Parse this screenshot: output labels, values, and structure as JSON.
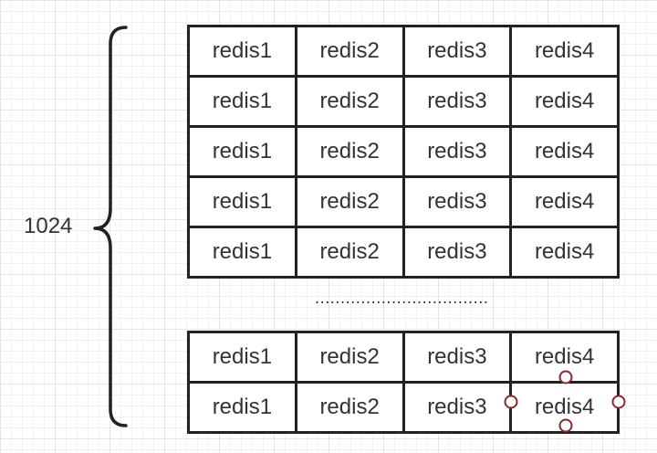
{
  "bracket_label": "1024",
  "ellipsis": "..................................",
  "top_table": [
    [
      "redis1",
      "redis2",
      "redis3",
      "redis4"
    ],
    [
      "redis1",
      "redis2",
      "redis3",
      "redis4"
    ],
    [
      "redis1",
      "redis2",
      "redis3",
      "redis4"
    ],
    [
      "redis1",
      "redis2",
      "redis3",
      "redis4"
    ],
    [
      "redis1",
      "redis2",
      "redis3",
      "redis4"
    ]
  ],
  "bottom_table": [
    [
      "redis1",
      "redis2",
      "redis3",
      "redis4"
    ],
    [
      "redis1",
      "redis2",
      "redis3",
      "redis4"
    ]
  ],
  "colors": {
    "line": "#222222",
    "text": "#333333",
    "selection_handle": "#8b2a2a"
  }
}
